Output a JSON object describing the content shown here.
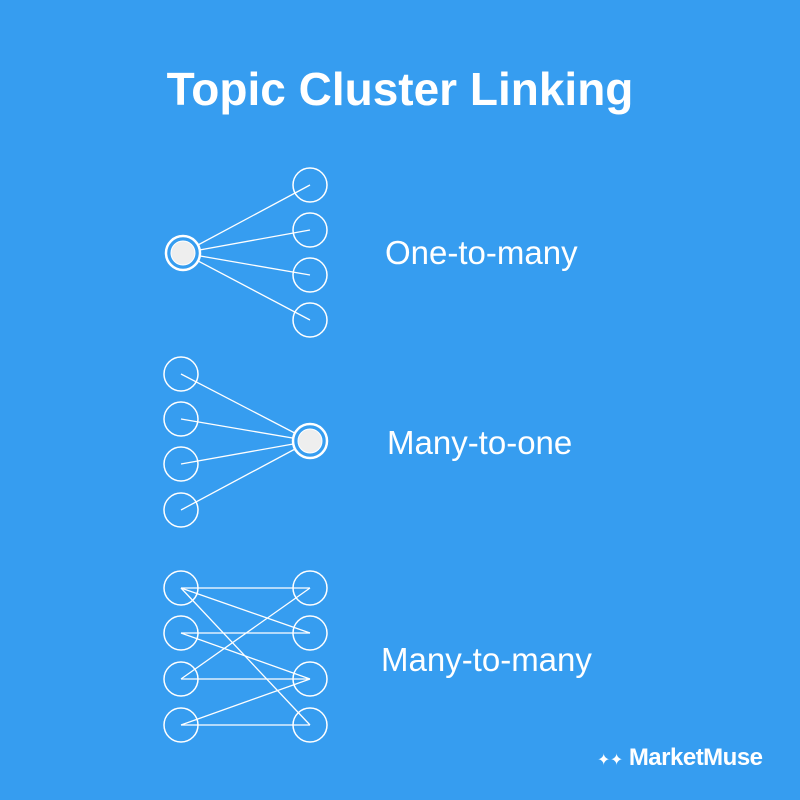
{
  "title": "Topic Cluster Linking",
  "sections": [
    {
      "label": "One-to-many"
    },
    {
      "label": "Many-to-one"
    },
    {
      "label": "Many-to-many"
    }
  ],
  "logo": {
    "text": "MarketMuse",
    "icon": "sparkle-icon"
  },
  "colors": {
    "background": "#369df0",
    "stroke": "#ffffff",
    "hub_fill": "#eeeeee"
  }
}
